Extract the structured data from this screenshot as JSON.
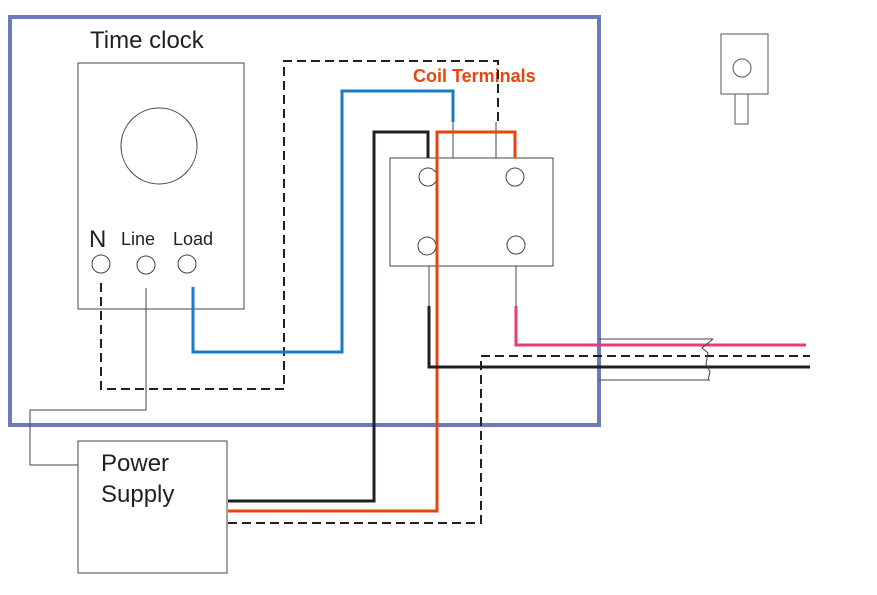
{
  "title": "Time clock wiring diagram",
  "labels": {
    "time_clock": "Time clock",
    "coil_terminals": "Coil Terminals",
    "terminal_n": "N",
    "terminal_line": "Line",
    "terminal_load": "Load",
    "power_supply_line1": "Power",
    "power_supply_line2": "Supply"
  },
  "colors": {
    "enclosure": "#6a7bb8",
    "wire_blue": "#1a7bc4",
    "wire_orange": "#e8460f",
    "wire_pink": "#e83a7a",
    "wire_black": "#231f20",
    "coil_label": "#e8460f"
  }
}
